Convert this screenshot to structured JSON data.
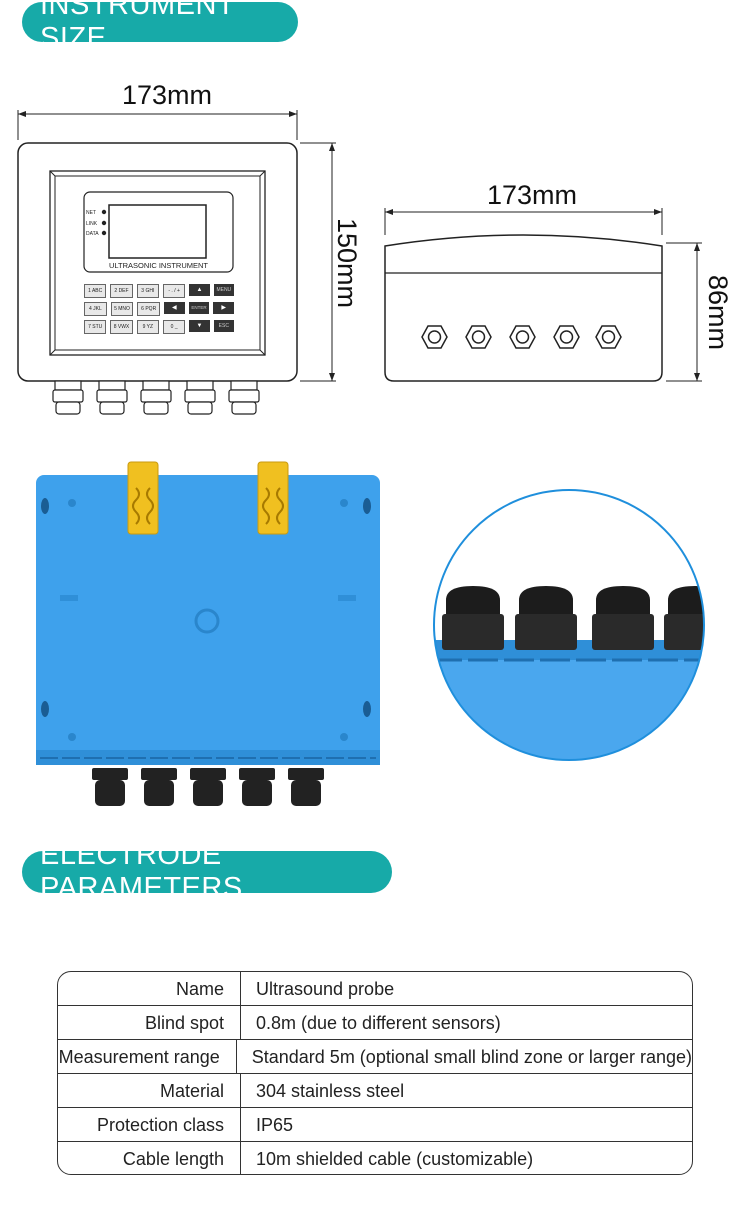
{
  "sections": {
    "instrument_size_title": "INSTRUMENT SIZE",
    "electrode_params_title": "ELECTRODE PARAMETERS"
  },
  "front_view": {
    "width_label": "173mm",
    "height_label": "150mm",
    "screen_title": "ULTRASONIC INSTRUMENT",
    "indicators": [
      "NET",
      "LINK",
      "DATA"
    ],
    "keys": [
      [
        "1 ABC",
        "2 DEF",
        "3 GHI",
        "- . / +",
        "▲",
        "MENU"
      ],
      [
        "4 JKL",
        "5 MNO",
        "6 PQR",
        "◀",
        "ENTER",
        "▶"
      ],
      [
        "7 STU",
        "8 VWX",
        "9 YZ",
        "0 _",
        "▼",
        "ESC"
      ]
    ]
  },
  "side_view": {
    "width_label": "173mm",
    "height_label": "86mm"
  },
  "colors": {
    "accent": "#17aaa8",
    "housing_blue": "#3ea1ec",
    "rail_yellow": "#f0c020"
  },
  "parameters": [
    {
      "name": "Name",
      "value": "Ultrasound probe"
    },
    {
      "name": "Blind spot",
      "value": "0.8m (due to different sensors)"
    },
    {
      "name": "Measurement range",
      "value": "Standard 5m (optional small blind zone or larger range)"
    },
    {
      "name": "Material",
      "value": "304 stainless steel"
    },
    {
      "name": "Protection class",
      "value": "IP65"
    },
    {
      "name": "Cable length",
      "value": "10m shielded cable (customizable)"
    }
  ]
}
